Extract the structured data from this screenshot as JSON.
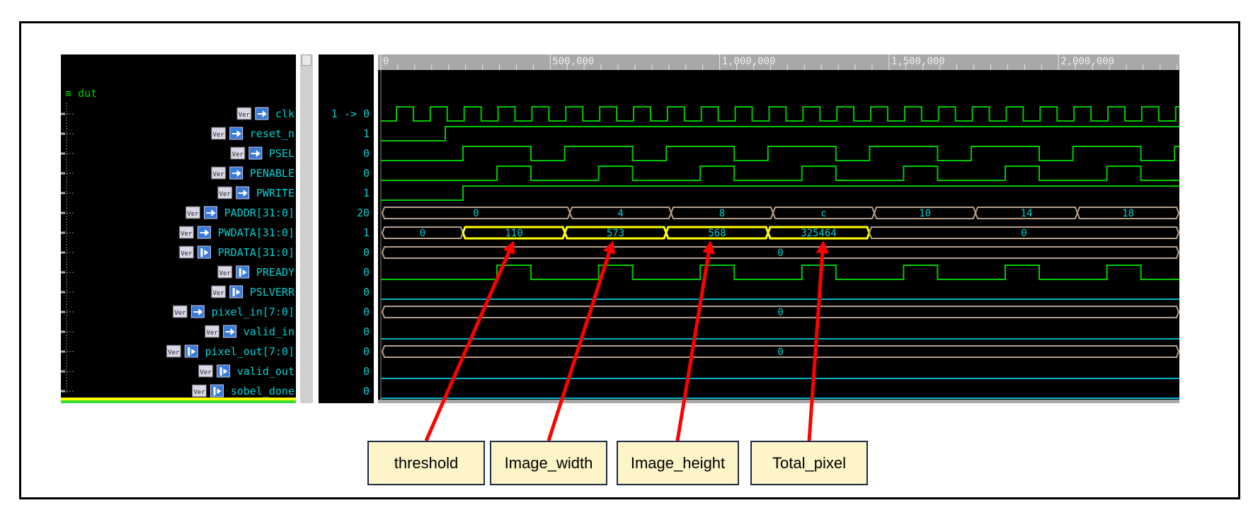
{
  "scope": "dut",
  "signals": [
    {
      "name": "clk",
      "value": "1 -> 0",
      "dir": "in"
    },
    {
      "name": "reset_n",
      "value": "1",
      "dir": "in"
    },
    {
      "name": "PSEL",
      "value": "0",
      "dir": "in"
    },
    {
      "name": "PENABLE",
      "value": "0",
      "dir": "in"
    },
    {
      "name": "PWRITE",
      "value": "1",
      "dir": "in"
    },
    {
      "name": "PADDR[31:0]",
      "value": "20",
      "dir": "in"
    },
    {
      "name": "PWDATA[31:0]",
      "value": "1",
      "dir": "in"
    },
    {
      "name": "PRDATA[31:0]",
      "value": "0",
      "dir": "out"
    },
    {
      "name": "PREADY",
      "value": "0",
      "dir": "out"
    },
    {
      "name": "PSLVERR",
      "value": "0",
      "dir": "out"
    },
    {
      "name": "pixel_in[7:0]",
      "value": "0",
      "dir": "in"
    },
    {
      "name": "valid_in",
      "value": "0",
      "dir": "in"
    },
    {
      "name": "pixel_out[7:0]",
      "value": "0",
      "dir": "out"
    },
    {
      "name": "valid_out",
      "value": "0",
      "dir": "out"
    },
    {
      "name": "sobel_done",
      "value": "0",
      "dir": "out"
    }
  ],
  "badge_text": "Ver",
  "ruler_labels": [
    "0",
    "500,000",
    "1,000,000",
    "1,500,000",
    "2,000,000"
  ],
  "bus_values": {
    "PADDR": [
      "0",
      "4",
      "8",
      "c",
      "10",
      "14",
      "18"
    ],
    "PWDATA": [
      "0",
      "110",
      "573",
      "568",
      "325464",
      "0"
    ],
    "PRDATA": "0",
    "pixel_in": "0",
    "pixel_out": "0"
  },
  "callouts": [
    "threshold",
    "Image_width",
    "Image_height",
    "Total_pixel"
  ],
  "colors": {
    "green": "#00c800",
    "cyan": "#00b4c8",
    "tan": "#b4a08c",
    "highlight": "#ffff00",
    "arrow": "#ff0000",
    "callout_bg": "#fdf5c8"
  }
}
